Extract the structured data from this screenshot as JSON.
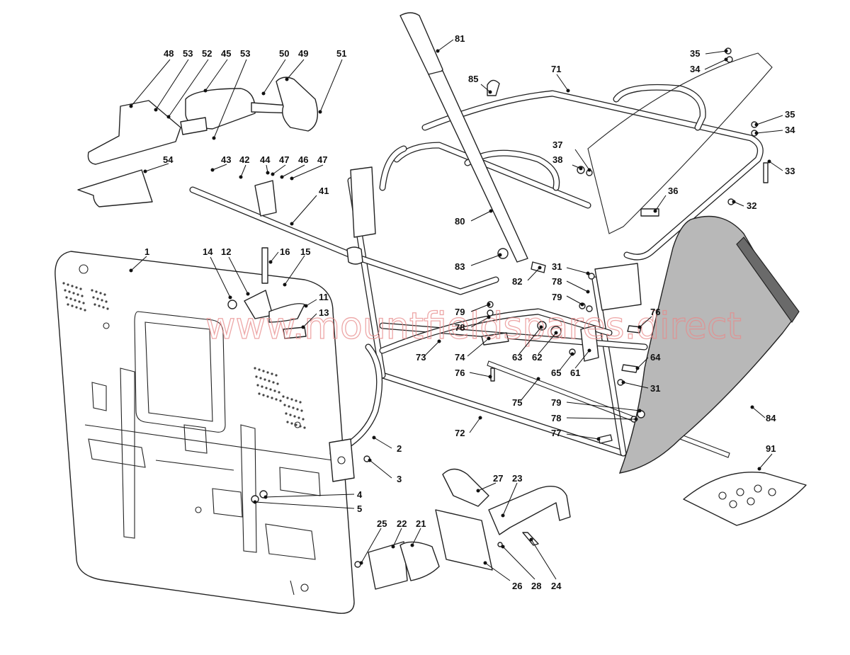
{
  "watermark": "www.mountfieldspares.direct",
  "labels": {
    "p1": "1",
    "p2": "2",
    "p3": "3",
    "p4": "4",
    "p5": "5",
    "p11": "11",
    "p12": "12",
    "p13": "13",
    "p14": "14",
    "p15": "15",
    "p16": "16",
    "p21": "21",
    "p22": "22",
    "p23": "23",
    "p24": "24",
    "p25": "25",
    "p26": "26",
    "p27": "27",
    "p28": "28",
    "p31a": "31",
    "p31b": "31",
    "p32": "32",
    "p33": "33",
    "p34a": "34",
    "p34b": "34",
    "p35a": "35",
    "p35b": "35",
    "p36": "36",
    "p37": "37",
    "p38": "38",
    "p41": "41",
    "p42": "42",
    "p43": "43",
    "p44": "44",
    "p45": "45",
    "p46": "46",
    "p47a": "47",
    "p47b": "47",
    "p48": "48",
    "p49": "49",
    "p50": "50",
    "p51": "51",
    "p52": "52",
    "p53a": "53",
    "p53b": "53",
    "p54": "54",
    "p61": "61",
    "p62": "62",
    "p63": "63",
    "p64": "64",
    "p65": "65",
    "p71": "71",
    "p72": "72",
    "p73": "73",
    "p74": "74",
    "p75": "75",
    "p76a": "76",
    "p76b": "76",
    "p77": "77",
    "p78a": "78",
    "p78b": "78",
    "p78c": "78",
    "p79a": "79",
    "p79b": "79",
    "p79c": "79",
    "p80": "80",
    "p81": "81",
    "p82": "82",
    "p83": "83",
    "p84": "84",
    "p85": "85",
    "p91": "91"
  }
}
